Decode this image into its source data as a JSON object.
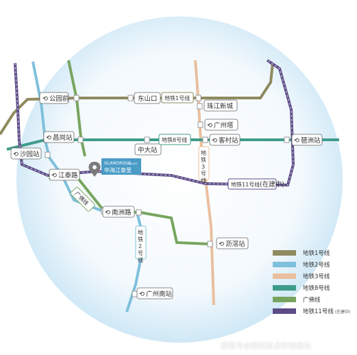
{
  "lines": [
    {
      "id": "line1",
      "label": "地铁1号线",
      "color": "#8f8a5f"
    },
    {
      "id": "line2",
      "label": "地铁2号线",
      "color": "#7fc0dc"
    },
    {
      "id": "line3",
      "label": "地铁3号线",
      "color": "#e9bf9e"
    },
    {
      "id": "line8",
      "label": "地铁8号线",
      "color": "#3f9c8a"
    },
    {
      "id": "gf",
      "label": "广佛线",
      "color": "#77a560"
    },
    {
      "id": "line11",
      "label": "地铁11号线",
      "color": "#5c4b85",
      "note": "(在建中)"
    }
  ],
  "map_labels": {
    "line1_tag": "地铁1号线",
    "line8_tag": "地铁8号线",
    "line11_tag": "地铁11号线",
    "line11_note": "(在建中)",
    "line3_tag": "地铁3号线",
    "line2_tag": "地铁2号线",
    "gf_tag": "广佛线"
  },
  "stations": {
    "gongyuanqian": "公园前",
    "dongshankou": "东山口",
    "zhujiangxincheng": "珠江新城",
    "guangzhouta": "广州塔",
    "changgang": "昌岗站",
    "zhongda": "中大站",
    "kecun": "客村站",
    "pazhou": "琶洲站",
    "shayuan": "沙园站",
    "jiangtailu": "江泰路",
    "nanzhoulu": "南洲路",
    "lijiao": "沥滘站",
    "guangzhounan": "广州南站"
  },
  "project": {
    "name_en": "GLAMOROUS",
    "name_en_sub": "PALACE",
    "name_cn": "中海江泰里"
  },
  "watermark": "搜狐号@搜狐焦点防城港站"
}
